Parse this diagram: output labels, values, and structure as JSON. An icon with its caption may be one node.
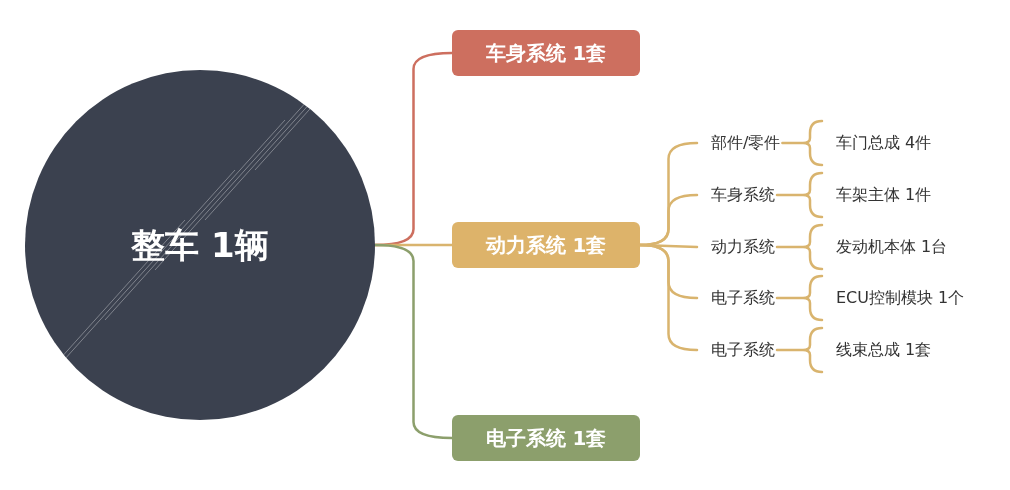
{
  "diagram": {
    "nodes": [
      {
        "text": [
          "整车 1辆"
        ]
      },
      {
        "text": [
          "车身系统 1套"
        ]
      },
      {
        "text": [
          "动力系统 1套"
        ]
      },
      {
        "text": [
          "电子系统 1套"
        ]
      },
      {
        "text": [
          "部件/零件"
        ]
      },
      {
        "text": [
          "车身系统"
        ]
      },
      {
        "text": [
          "动力系统"
        ]
      },
      {
        "text": [
          "电子系统"
        ]
      },
      {
        "text": [
          "电子系统"
        ]
      },
      {
        "text": [
          "车门总成 4件"
        ]
      },
      {
        "text": [
          "车架主体 1件"
        ]
      },
      {
        "text": [
          "发动机本体 1台"
        ]
      },
      {
        "text": [
          "ECU控制模块 1个"
        ]
      },
      {
        "text": [
          "线束总成 1套"
        ]
      }
    ],
    "edges": [
      {
        "from": 0,
        "to": 1,
        "arrow": "none",
        "color": "#cd6f5f"
      },
      {
        "from": 0,
        "to": 2,
        "arrow": "none"
      },
      {
        "from": 0,
        "to": 3,
        "arrow": "none",
        "color": "#8c9f6c"
      },
      {
        "from": 2,
        "to": 4,
        "arrow": "none"
      },
      {
        "from": 2,
        "to": 5,
        "arrow": "none"
      },
      {
        "from": 2,
        "to": 6,
        "arrow": "none"
      },
      {
        "from": 2,
        "to": 7,
        "arrow": "none"
      },
      {
        "from": 2,
        "to": 8,
        "arrow": "none"
      },
      {
        "from": 4,
        "to": 9,
        "arrow": "none"
      },
      {
        "from": 5,
        "to": 10,
        "arrow": "none"
      },
      {
        "from": 6,
        "to": 11,
        "arrow": "none"
      },
      {
        "from": 7,
        "to": 12,
        "arrow": "none"
      },
      {
        "from": 8,
        "to": 13,
        "arrow": "none"
      }
    ]
  }
}
